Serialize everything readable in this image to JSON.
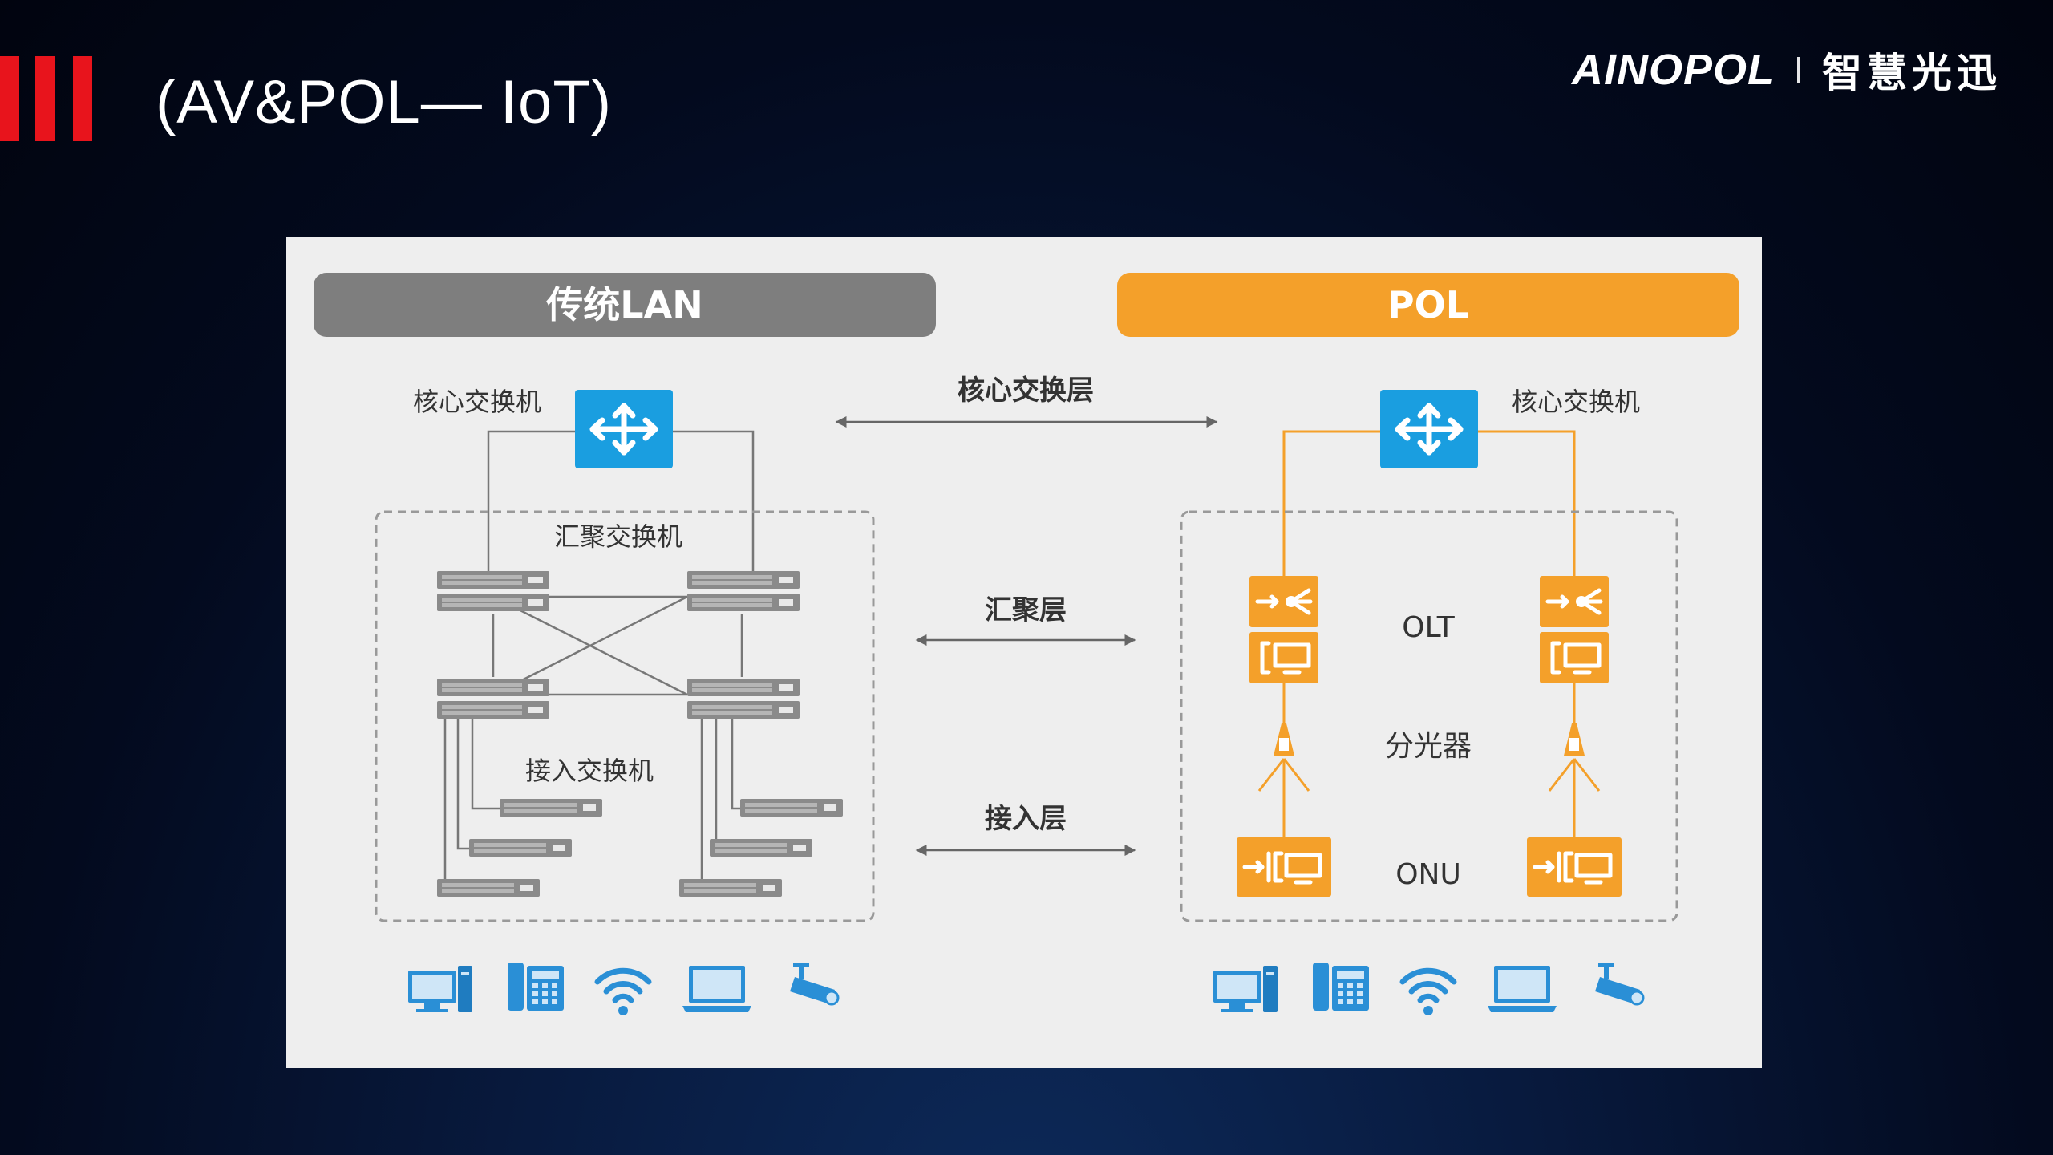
{
  "header": {
    "title": "(AV&POL— IoT)",
    "brand_logo": "AINOPOL",
    "brand_cn": "智慧光迅"
  },
  "diagram": {
    "left_header": "传统LAN",
    "right_header": "POL",
    "lan": {
      "core_label": "核心交换机",
      "aggregation_label": "汇聚交换机",
      "access_label": "接入交换机"
    },
    "pol": {
      "core_label": "核心交换机",
      "olt_label": "OLT",
      "splitter_label": "分光器",
      "onu_label": "ONU"
    },
    "layers": {
      "core": "核心交换层",
      "aggregation": "汇聚层",
      "access": "接入层"
    }
  },
  "colors": {
    "accent_red": "#e8141c",
    "pol_orange": "#f4a02a",
    "lan_gray": "#7e7e7e",
    "switch_blue": "#1a9ee0",
    "device_blue": "#2a8fd6"
  },
  "endpoint_icons": [
    "desktop-icon",
    "phone-icon",
    "wifi-icon",
    "laptop-icon",
    "camera-icon"
  ]
}
